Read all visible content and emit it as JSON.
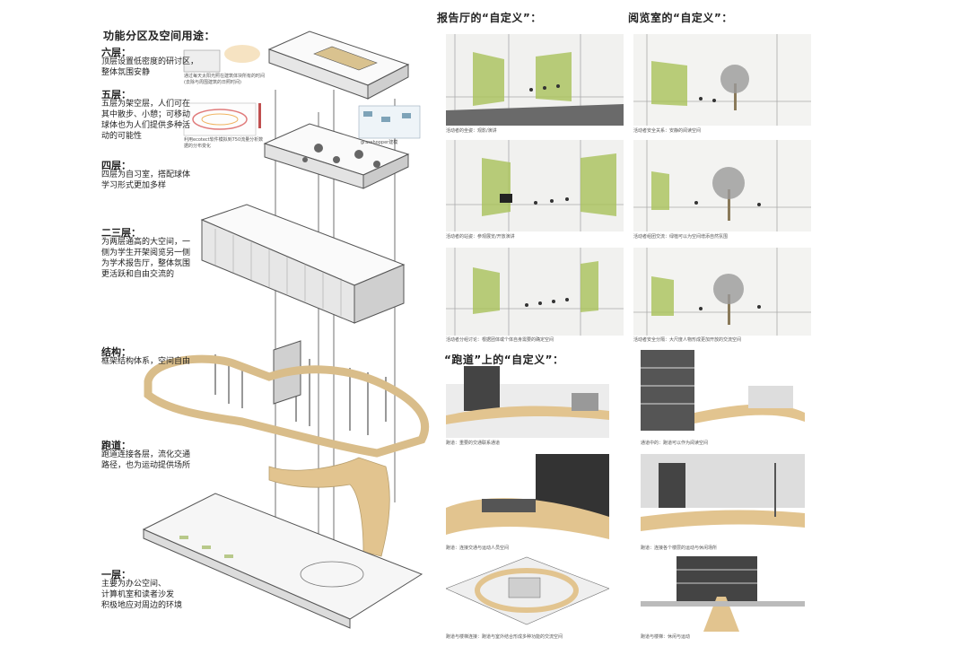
{
  "headings": {
    "main": "功能分区及空间用途：",
    "lecture": "报告厅的“自定义”：",
    "reading": "阅览室的“自定义”：",
    "runway": "“跑道”上的“自定义”："
  },
  "levels": [
    {
      "title": "六层：",
      "lines": [
        "顶层设置低密度的研讨区，",
        "整体氛围安静"
      ]
    },
    {
      "title": "五层：",
      "lines": [
        "五层为架空层，人们可在",
        "其中散步、小憩；可移动",
        "球体也为人们提供多种活",
        "动的可能性"
      ]
    },
    {
      "title": "四层：",
      "lines": [
        "四层为自习室，搭配球体",
        "学习形式更加多样"
      ]
    },
    {
      "title": "二三层：",
      "lines": [
        "为两层通高的大空间，一",
        "侧为学生开架阅览另一侧",
        "为学术报告厅，整体氛围",
        "更活跃和自由交流的"
      ]
    },
    {
      "title": "结构：",
      "lines": [
        "框架结构体系，空间自由"
      ]
    },
    {
      "title": "跑道：",
      "lines": [
        "跑道连接各层，流化交通",
        "路径，也为运动提供场所"
      ]
    },
    {
      "title": "一层：",
      "lines": [
        "主要为办公空间、",
        "计算机室和读者沙发",
        "积极地应对周边的环境"
      ]
    }
  ],
  "annotations": {
    "sixth": "通过每天太阳光照在建筑体块所有的时间(去除与周围建筑的日照时间)",
    "fifth": "利用ecotect软件模拟到750流量分析数据的分布变化",
    "script": "grasshopper建模"
  },
  "lecture_captions": [
    "活动者的坐姿：观影/演讲",
    "活动者的站姿：参观展览/开放演讲",
    "活动者分组讨论：根据团体或个体自身需要的确定空间"
  ],
  "reading_captions": [
    "活动者安全关系：安静的阅读空间",
    "活动者组团交流：绿植可以为空间增添自然氛围",
    "活动者安全分隔：大尺度人物形成更加开放的交流空间"
  ],
  "runway_captions": [
    "跑道：重要的交通联系通道",
    "通道中的：跑道可以作为阅读空间",
    "跑道：连接交通与运动人员空间",
    "跑道：连接各个楼层的运动与休闲场所",
    "跑道与楼梯连接：跑道与室外结合形成多种功能的交流空间",
    "跑道与楼梯：休闲与运动"
  ],
  "colors": {
    "green": "#a9c25a",
    "wood": "#e2c48f",
    "line": "#6e6e6e"
  }
}
